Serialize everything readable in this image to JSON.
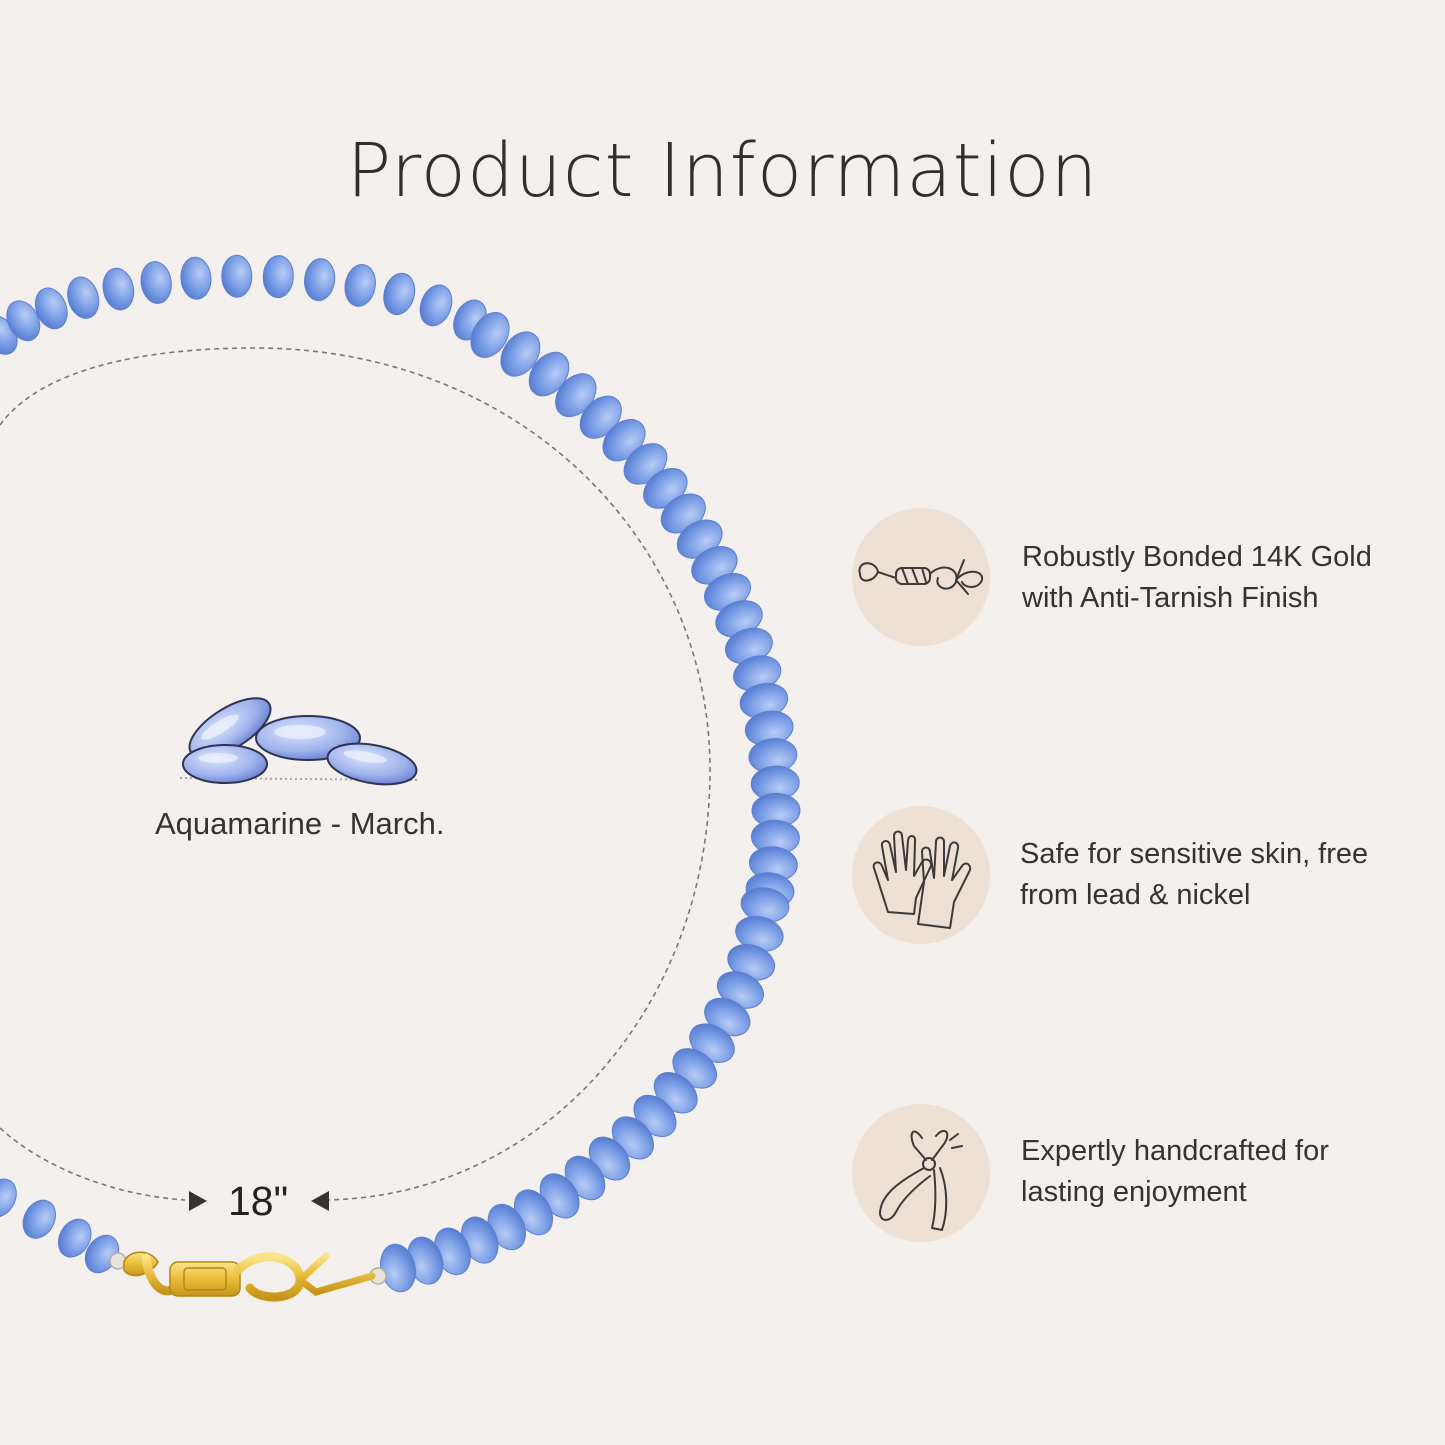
{
  "header": {
    "title": "Product Information"
  },
  "product": {
    "gem_label": "Aquamarine - March.",
    "length_label": "18\""
  },
  "colors": {
    "background": "#f4f0ed",
    "bead_blue": "#7c9fe6",
    "icon_circle": "#ede0d5",
    "clasp_gold": "#e9bd3a"
  },
  "features": [
    {
      "icon": "clasp-chain-icon",
      "line1": "Robustly Bonded 14K Gold",
      "line2": "with Anti-Tarnish Finish"
    },
    {
      "icon": "gloves-icon",
      "line1": "Safe for sensitive skin, free",
      "line2": "from lead & nickel"
    },
    {
      "icon": "pliers-icon",
      "line1": "Expertly handcrafted for",
      "line2": "lasting enjoyment"
    }
  ]
}
